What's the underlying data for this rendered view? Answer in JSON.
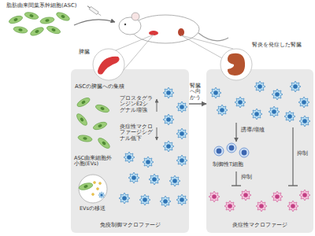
{
  "diagram": {
    "nodes": [
      {
        "text": [
          "ASCの脾臓への集積",
          "免疫制御マクロファージ"
        ]
      },
      {
        "text": [
          "炎症性マクロファージ"
        ]
      }
    ],
    "edges": [
      {
        "from": 0,
        "to": 1,
        "arrow": "to",
        "label": "腎臓へ向かう"
      }
    ],
    "labels": [
      "脂肪由来間葉系幹細胞(ASC)",
      "脾臓",
      "腎炎を発症した腎臓",
      "ASC由来細胞外小胞(EVs)",
      "EVsの移送",
      "プロスタグランジンE2シグナル増強",
      "炎症性マクロファージシグナル低下",
      "誘導/増殖",
      "制御性T細胞",
      "抑制",
      "抑制"
    ]
  }
}
